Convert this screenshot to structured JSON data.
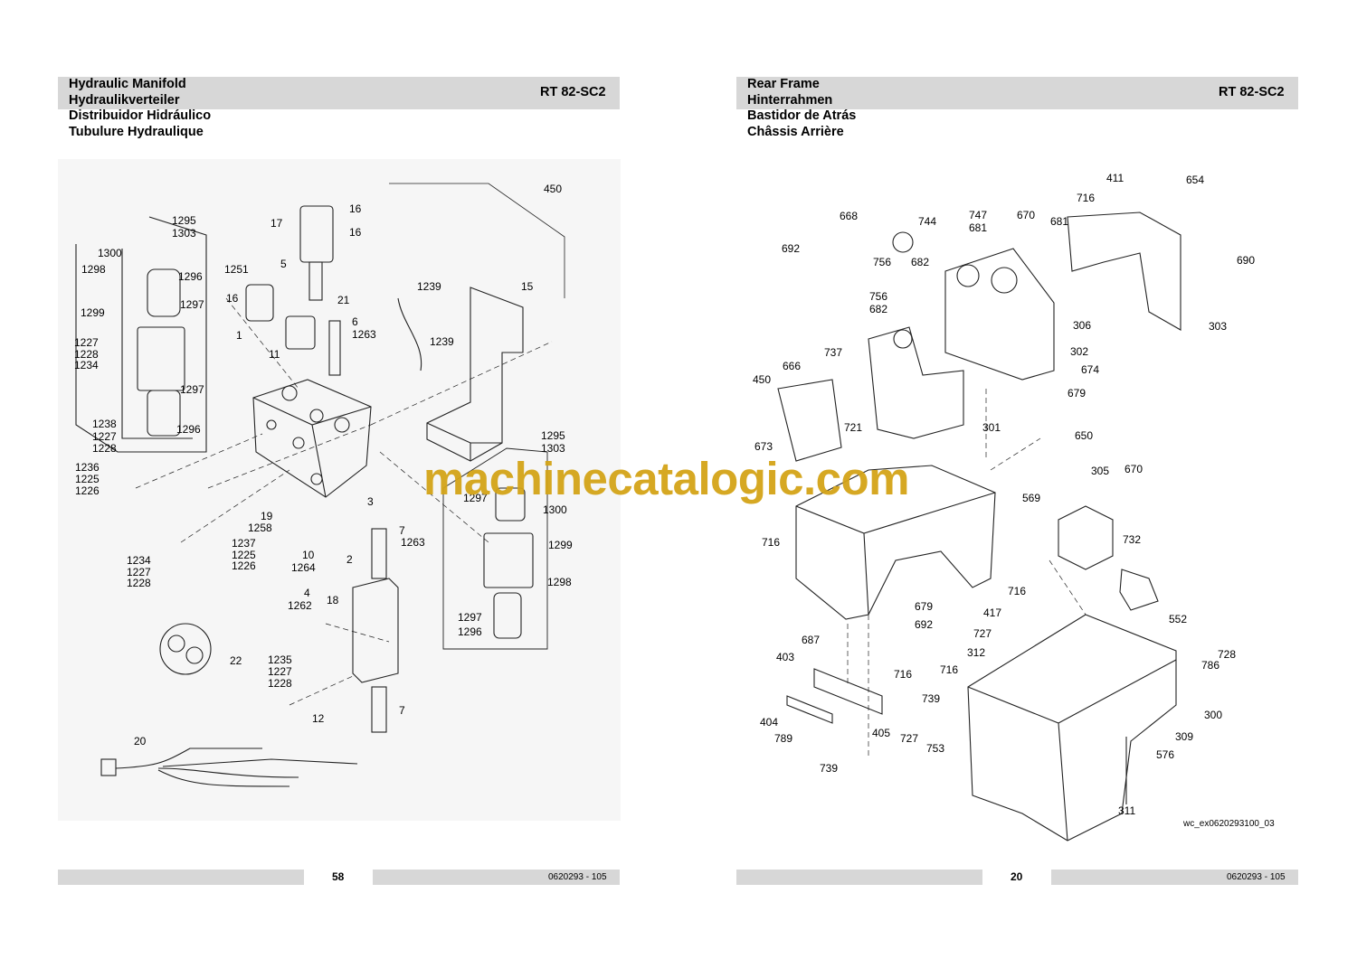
{
  "left_page": {
    "titles": [
      "Hydraulic Manifold",
      "Hydraulikverteiler",
      "Distribuidor Hidráulico",
      "Tubulure Hydraulique"
    ],
    "model": "RT 82-SC2",
    "page_number": "58",
    "doc_number": "0620293 - 105",
    "callouts": [
      "450",
      "1295",
      "1303",
      "17",
      "16",
      "16",
      "1300",
      "1298",
      "1296",
      "1251",
      "5",
      "1239",
      "15",
      "16",
      "21",
      "1297",
      "1299",
      "6",
      "1263",
      "1",
      "1239",
      "1227",
      "1228",
      "1234",
      "11",
      "1297",
      "1238",
      "1227",
      "1228",
      "1296",
      "1295",
      "1303",
      "1236",
      "1225",
      "1226",
      "3",
      "1297",
      "1300",
      "19",
      "1258",
      "1237",
      "1225",
      "1226",
      "7",
      "1263",
      "1299",
      "1234",
      "1227",
      "1228",
      "10",
      "2",
      "1264",
      "1298",
      "4",
      "1262",
      "18",
      "1297",
      "1296",
      "22",
      "1235",
      "1227",
      "1228",
      "12",
      "7",
      "20"
    ]
  },
  "right_page": {
    "titles": [
      "Rear Frame",
      "Hinterrahmen",
      "Bastidor de Atrás",
      "Châssis Arrière"
    ],
    "model": "RT 82-SC2",
    "page_number": "20",
    "doc_number": "0620293 - 105",
    "figure_id": "wc_ex0620293100_03",
    "callouts": [
      "411",
      "654",
      "716",
      "668",
      "744",
      "747",
      "670",
      "681",
      "681",
      "692",
      "756",
      "682",
      "690",
      "756",
      "682",
      "306",
      "303",
      "302",
      "737",
      "674",
      "666",
      "450",
      "679",
      "721",
      "301",
      "650",
      "673",
      "305",
      "670",
      "569",
      "716",
      "732",
      "679",
      "716",
      "692",
      "552",
      "417",
      "727",
      "687",
      "728",
      "312",
      "786",
      "403",
      "716",
      "716",
      "739",
      "300",
      "404",
      "405",
      "727",
      "789",
      "309",
      "753",
      "576",
      "739",
      "311"
    ]
  },
  "watermark": "machinecatalogic.com",
  "colors": {
    "header_bar": "#d7d7d7",
    "watermark": "#d4a418"
  }
}
